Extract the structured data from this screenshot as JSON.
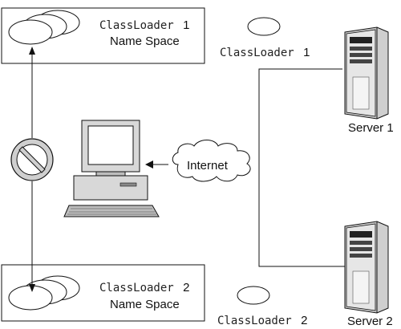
{
  "name_space_1": {
    "loader_label": "ClassLoader",
    "loader_number": "1",
    "space_label": "Name Space"
  },
  "name_space_2": {
    "loader_label": "ClassLoader",
    "loader_number": "2",
    "space_label": "Name Space"
  },
  "remote_loader_1": {
    "label": "ClassLoader",
    "number": "1"
  },
  "remote_loader_2": {
    "label": "ClassLoader",
    "number": "2"
  },
  "network": {
    "label": "Internet"
  },
  "servers": [
    {
      "label": "Server 1"
    },
    {
      "label": "Server 2"
    }
  ],
  "icons": {
    "prohibition": "no-entry-icon",
    "client": "desktop-computer-icon",
    "server": "tower-server-icon",
    "cloud": "cloud-icon"
  }
}
